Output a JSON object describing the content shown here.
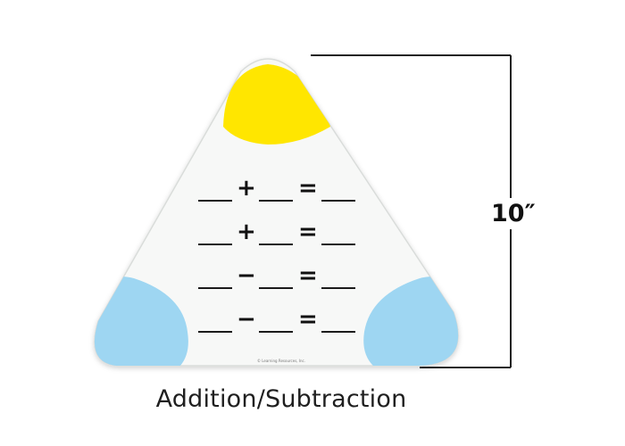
{
  "product": {
    "caption": "Addition/Subtraction",
    "size_label": "10″",
    "copyright": "© Learning Resources, Inc."
  },
  "equations": [
    {
      "operator": "+",
      "equals": "="
    },
    {
      "operator": "+",
      "equals": "="
    },
    {
      "operator": "−",
      "equals": "="
    },
    {
      "operator": "−",
      "equals": "="
    }
  ],
  "colors": {
    "top_corner": "#ffe600",
    "left_corner": "#9ed6f2",
    "right_corner": "#9ed6f2",
    "board": "#f7f8f7",
    "board_edge": "#d9dcda",
    "ink": "#111111"
  }
}
